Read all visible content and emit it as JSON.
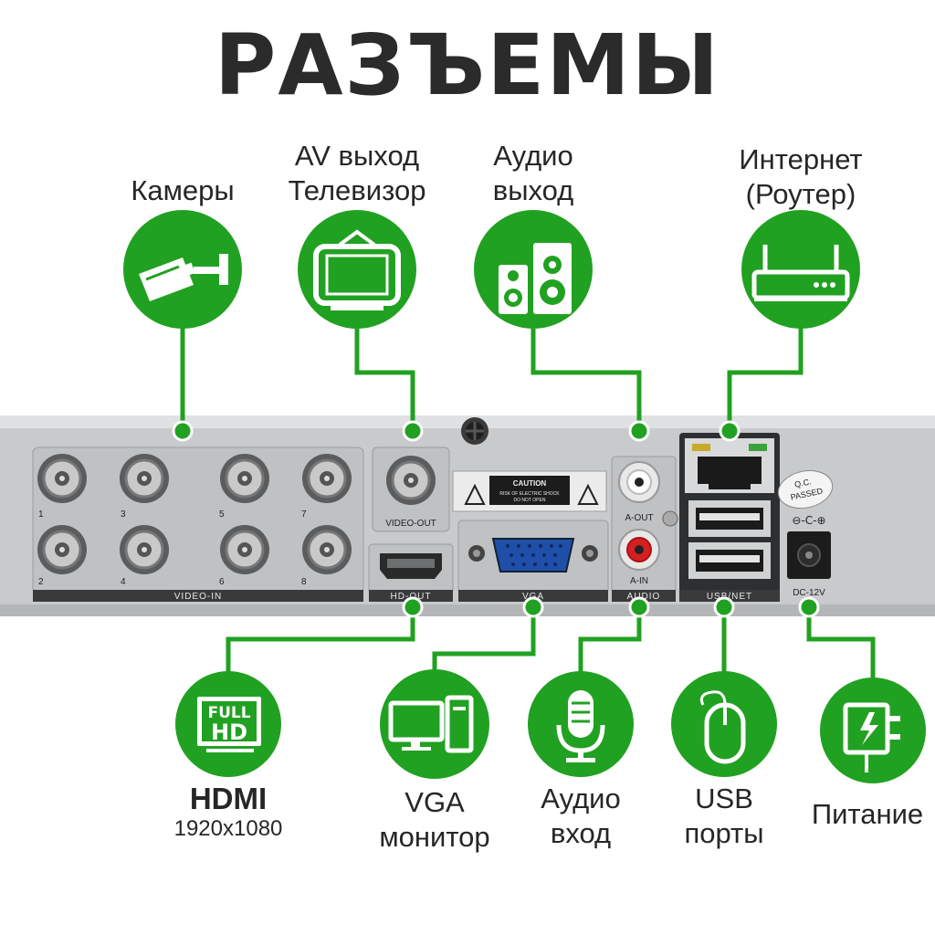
{
  "title": "РАЗЪЕМЫ",
  "colors": {
    "accent": "#21a121",
    "panel": "#c9cbcd",
    "dark": "#2b2b2b"
  },
  "top_connectors": [
    {
      "name": "cameras",
      "label": "Камеры",
      "icon": "camera-icon"
    },
    {
      "name": "av-out",
      "label_lines": [
        "AV выход",
        "Телевизор"
      ],
      "icon": "tv-icon"
    },
    {
      "name": "audio-out",
      "label_lines": [
        "Аудио",
        "выход"
      ],
      "icon": "speakers-icon"
    },
    {
      "name": "internet",
      "label_lines": [
        "Интернет",
        "(Роутер)"
      ],
      "icon": "router-icon"
    }
  ],
  "bottom_connectors": [
    {
      "name": "hdmi",
      "label": "HDMI",
      "sub": "1920x1080",
      "icon": "full-hd-icon"
    },
    {
      "name": "vga",
      "label_lines": [
        "VGA",
        "монитор"
      ],
      "icon": "monitor-pc-icon"
    },
    {
      "name": "audio-in",
      "label_lines": [
        "Аудио",
        "вход"
      ],
      "icon": "microphone-icon"
    },
    {
      "name": "usb",
      "label_lines": [
        "USB",
        "порты"
      ],
      "icon": "mouse-icon"
    },
    {
      "name": "power",
      "label": "Питание",
      "icon": "power-adapter-icon"
    }
  ],
  "panel": {
    "video_in_numbers": [
      "1",
      "3",
      "5",
      "7",
      "2",
      "4",
      "6",
      "8"
    ],
    "video_in": "VIDEO-IN",
    "video_out": "VIDEO-OUT",
    "hd_out": "HD-OUT",
    "vga": "VGA",
    "audio": "AUDIO",
    "a_out": "A-OUT",
    "a_in": "A-IN",
    "usb_net": "USB/NET",
    "dc": "DC-12V",
    "qc_line1": "Q.C.",
    "qc_line2": "PASSED",
    "caution": "CAUTION",
    "caution_line1": "RISK OF ELECTRIC SHOCK",
    "caution_line2": "DO NOT OPEN"
  }
}
